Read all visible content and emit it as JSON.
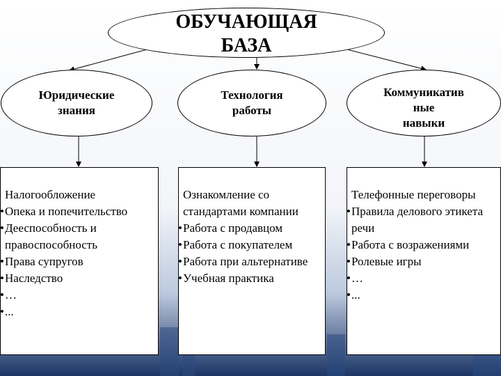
{
  "root": {
    "label_line1": "ОБУЧАЮЩАЯ",
    "label_line2": "БАЗА"
  },
  "categories": [
    {
      "line1": "Юридические",
      "line2": "знания"
    },
    {
      "line1": "Технология",
      "line2": "работы"
    },
    {
      "line1": "Коммуникатив",
      "line2": "ные",
      "line3": "навыки"
    }
  ],
  "boxes": [
    {
      "first": "Налогообложение",
      "items": [
        "Опека и попечительство",
        "Дееспособность и правоспособность",
        "Права супругов",
        "Наследство",
        " …",
        " ..."
      ]
    },
    {
      "first": "Ознакомление со стандартами компании",
      "items": [
        "Работа с продавцом",
        "Работа с покупателем",
        "Работа при альтернативе",
        "Учебная практика"
      ]
    },
    {
      "first": "Телефонные переговоры",
      "items": [
        "Правила делового этикета речи",
        "Работа с возражениями",
        "Ролевые игры",
        " …",
        " ..."
      ]
    }
  ],
  "colors": {
    "background_dark": "#1b3566",
    "background_light": "#dfe6f1",
    "line": "#000000"
  }
}
